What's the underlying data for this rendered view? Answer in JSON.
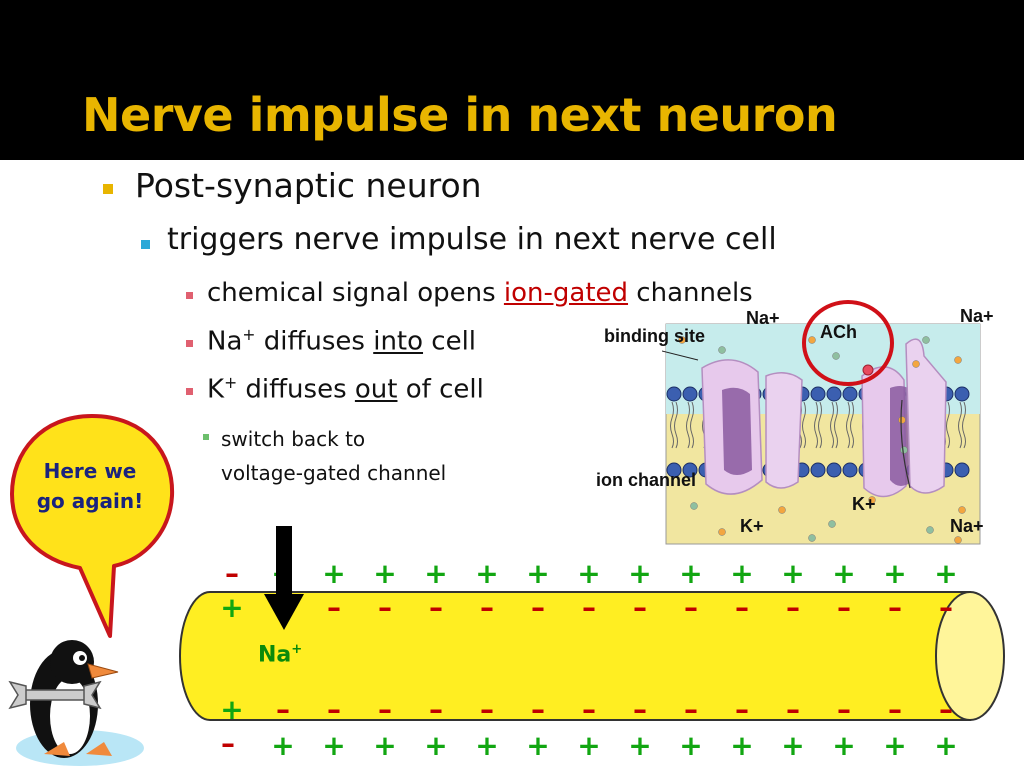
{
  "slide": {
    "title": "Nerve impulse in next neuron",
    "bullets": {
      "l1": "Post-synaptic neuron",
      "l2": "triggers nerve impulse in next nerve cell",
      "l3a_pre": "chemical signal opens ",
      "l3a_key": "ion-gated",
      "l3a_post": " channels",
      "l3b_pre": "Na",
      "l3b_sup": "+",
      "l3b_mid": " diffuses ",
      "l3b_key": "into",
      "l3b_post": " cell",
      "l3c_pre": "K",
      "l3c_sup": "+",
      "l3c_mid": " diffuses ",
      "l3c_key": "out",
      "l3c_post": " of cell",
      "l4_line1": "switch back to",
      "l4_line2": "voltage-gated channel"
    },
    "colors": {
      "title": "#e8b500",
      "bullet_l1": "#e8b500",
      "bullet_l2": "#2aa8d8",
      "bullet_l3": "#e06070",
      "bullet_l4": "#6cbf6c",
      "key_term": "#c00000",
      "plus": "#11a611",
      "minus": "#c00000",
      "axon": "#ffee22"
    }
  },
  "speech_bubble": {
    "line1": "Here we",
    "line2": "go again!"
  },
  "axon_diagram": {
    "na_label": "Na",
    "na_sup": "+",
    "plus_sign": "+",
    "minus_sign": "–",
    "icons": [
      "penguin-mascot-icon",
      "wrench-icon",
      "down-arrow-icon"
    ]
  },
  "membrane_diagram": {
    "labels": {
      "binding_site": "binding site",
      "ach": "ACh",
      "na_top_left": "Na+",
      "na_top_right": "Na+",
      "ion_channel": "ion channel",
      "k_lower_right": "K+",
      "k_bottom_left": "K+",
      "na_bottom_right": "Na+"
    }
  }
}
